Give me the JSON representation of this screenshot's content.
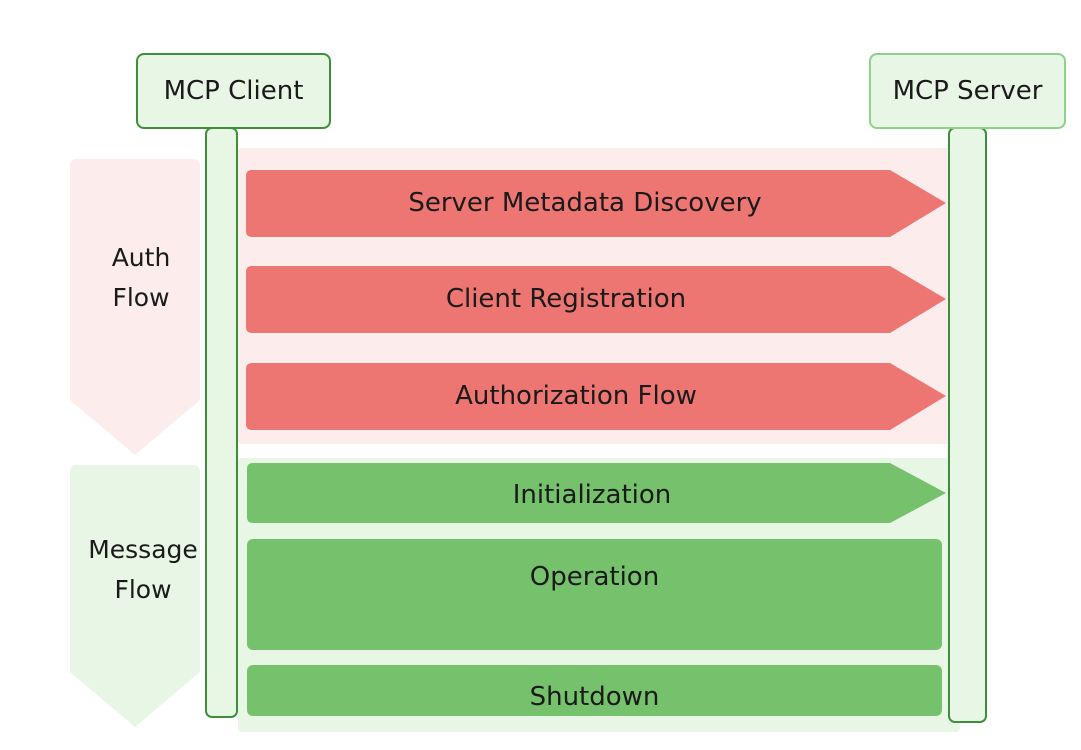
{
  "actors": {
    "client": "MCP Client",
    "server": "MCP Server"
  },
  "sections": {
    "auth": "Auth\nFlow",
    "message": "Message\nFlow"
  },
  "steps": {
    "server_metadata_discovery": "Server Metadata Discovery",
    "client_registration": "Client Registration",
    "authorization_flow": "Authorization Flow",
    "initialization": "Initialization",
    "operation": "Operation",
    "shutdown": "Shutdown"
  },
  "colors": {
    "auth_step": "#ee7672",
    "auth_bg": "#fcecec",
    "message_step": "#75c16c",
    "message_bg": "#e8f6e5",
    "actor_border_client": "#3f8f3a",
    "actor_border_server": "#8fd08a",
    "actor_fill": "#e8f6e5",
    "lifeline_fill": "#e8f6e5"
  }
}
